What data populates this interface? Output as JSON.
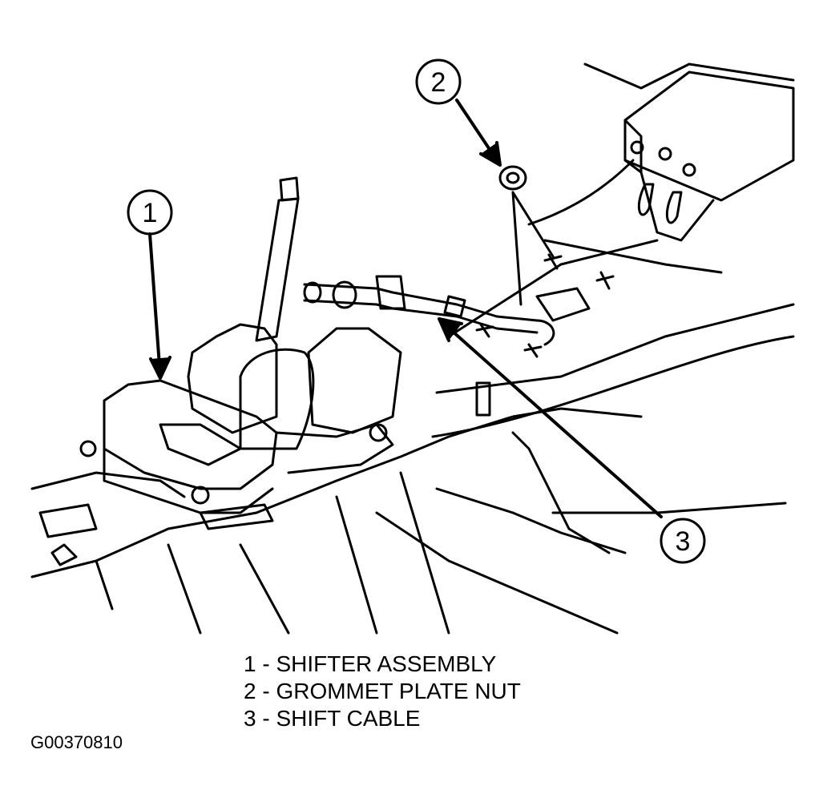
{
  "callouts": [
    {
      "number": "1",
      "label": "SHIFTER ASSEMBLY"
    },
    {
      "number": "2",
      "label": "GROMMET PLATE NUT"
    },
    {
      "number": "3",
      "label": "SHIFT CABLE"
    }
  ],
  "legend": [
    "1 - SHIFTER ASSEMBLY",
    "2 - GROMMET PLATE NUT",
    "3 - SHIFT CABLE"
  ],
  "figure_id": "G00370810"
}
